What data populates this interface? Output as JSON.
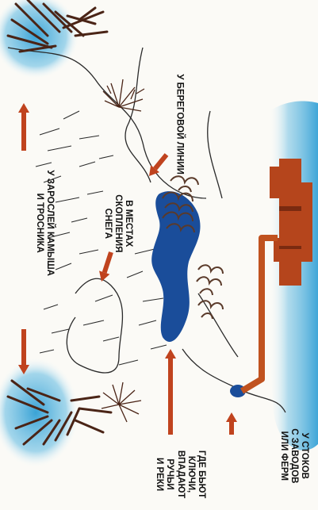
{
  "labels": {
    "shore": {
      "lines": [
        "У БЕРЕГОВОЙ ЛИНИИ"
      ]
    },
    "snow": {
      "lines": [
        "В МЕСТАХ",
        "СКОПЛЕНИЯ",
        "СНЕГА"
      ]
    },
    "reeds": {
      "lines": [
        "У ЗАРОСЛЕЙ КАМЫША",
        "И ТРОСНИКА"
      ]
    },
    "factory": {
      "lines": [
        "У СТОКОВ",
        "С ЗАВОДОВ",
        "ИЛИ ФЕРМ"
      ]
    },
    "springs": {
      "lines": [
        "ГДЕ БЬЮТ",
        "КЛЮЧИ,",
        "ВПАДАЮТ",
        "РУЧЬИ",
        "И РЕКИ"
      ]
    }
  },
  "colors": {
    "arrow": "#c0431e",
    "ice_water": "#5db8dd",
    "dark_water": "#1a4d9a",
    "building": "#b5451c",
    "pipe": "#c0521f",
    "reeds": "#4a2416",
    "snow": "#5a3a2a",
    "lines": "#2a2a2a"
  }
}
